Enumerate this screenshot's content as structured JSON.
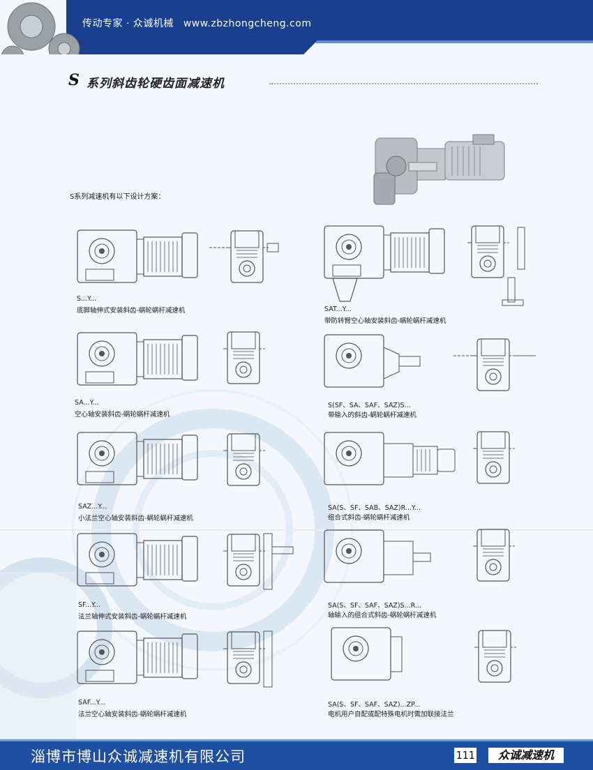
{
  "header": {
    "slogan": "传动专家 · 众诚机械",
    "url": "www.zbzhongcheng.com"
  },
  "title": {
    "letter": "S",
    "text": "系列斜齿轮硬齿面减速机"
  },
  "intro": "S系列减速机有以下设计方案：",
  "variants": [
    {
      "code": "S...Y...",
      "desc": "底脚轴伸式安装斜齿-蜗轮蜗杆减速机"
    },
    {
      "code": "SAT...Y...",
      "desc": "带防转臂空心轴安装斜齿-蜗轮蜗杆减速机"
    },
    {
      "code": "SA...Y...",
      "desc": "空心轴安装斜齿-蜗轮蜗杆减速机"
    },
    {
      "code": "S(SF、SA、SAF、SAZ)S...",
      "desc": "带输入的斜齿-蜗轮蜗杆减速机"
    },
    {
      "code": "SAZ...Y...",
      "desc": "小法兰空心轴安装斜齿-蜗轮蜗杆减速机"
    },
    {
      "code": "SA(S、SF、SAB、SAZ)R...Y...",
      "desc": "组合式斜齿-蜗轮蜗杆减速机"
    },
    {
      "code": "SF...Y...",
      "desc": "法兰轴伸式安装斜齿-蜗轮蜗杆减速机"
    },
    {
      "code": "SA(S、SF、SAF、SAZ)S...R...",
      "desc": "轴输入的组合式斜齿-蜗轮蜗杆减速机"
    },
    {
      "code": "SAF...Y...",
      "desc": "法兰空心轴安装斜齿-蜗轮蜗杆减速机"
    },
    {
      "code": "SA(S、SF、SAF、SAZ)...ZP...",
      "desc": "电机用户自配或配特殊电机时需加联接法兰"
    }
  ],
  "footer": {
    "company": "淄博市博山众诚减速机有限公司",
    "page": "111",
    "brand": "众诚减速机"
  },
  "colors": {
    "header_blue": "#1a3f8f",
    "footer_blue": "#1e4fa3",
    "line_drawing": "#555555"
  }
}
